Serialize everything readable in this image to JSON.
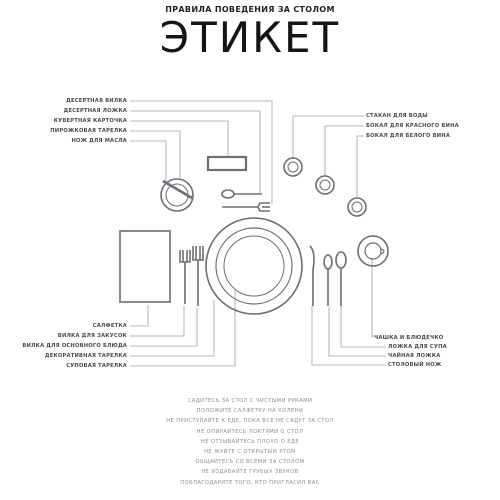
{
  "header": {
    "subtitle": "ПРАВИЛА ПОВЕДЕНИЯ ЗА СТОЛОМ",
    "title": "ЭТИКЕТ"
  },
  "labels_left_top": [
    "ДЕСЕРТНАЯ ВИЛКА",
    "ДЕСЕРТНАЯ ЛОЖКА",
    "КУВЕРТНАЯ КАРТОЧКА",
    "ПИРОЖКОВАЯ ТАРЕЛКА",
    "НОЖ ДЛЯ МАСЛА"
  ],
  "labels_right_top": [
    "СТАКАН ДЛЯ ВОДЫ",
    "БОКАЛ ДЛЯ КРАСНОГО ВИНА",
    "БОКАЛ ДЛЯ БЕЛОГО ВИНА"
  ],
  "labels_left_bottom": [
    "САЛФЕТКА",
    "ВИЛКА ДЛЯ ЗАКУСОК",
    "ВИЛКА ДЛЯ ОСНОВНОГО БЛЮДА",
    "ДЕКОРАТИВНАЯ ТАРЕЛКА",
    "СУПОВАЯ ТАРЕЛКА"
  ],
  "labels_right_bottom": [
    "ЧАШКА И БЛЮДЕЧКО",
    "ЛОЖКА ДЛЯ СУПА",
    "ЧАЙНАЯ ЛОЖКА",
    "СТОЛОВЫЙ НОЖ"
  ],
  "rules": [
    "САДИТЕСЬ ЗА СТОЛ С ЧИСТЫМИ РУКАМИ",
    "ПОЛОЖИТЕ САЛФЕТКУ НА КОЛЕНИ",
    "НЕ ПРИСТУПАЙТЕ К ЕДЕ, ПОКА ВСЕ НЕ СЯДУТ ЗА СТОЛ",
    "НЕ ОПИРАЙТЕСЬ ЛОКТЯМИ О СТОЛ",
    "НЕ ОТЗЫВАЙТЕСЬ ПЛОХО О ЕДЕ",
    "НЕ ЖУЙТЕ С ОТКРЫТЫМ РТОМ",
    "ОБЩАЙТЕСЬ СО ВСЕМИ ЗА СТОЛОМ",
    "НЕ ИЗДАВАЙТЕ ГРУБЫХ ЗВУКОВ",
    "ПОБЛАГОДАРИТЕ ТОГО, КТО ПРИГЛАСИЛ ВАС"
  ],
  "colors": {
    "line": "#6b6f75",
    "leader": "#9aa0a8"
  }
}
